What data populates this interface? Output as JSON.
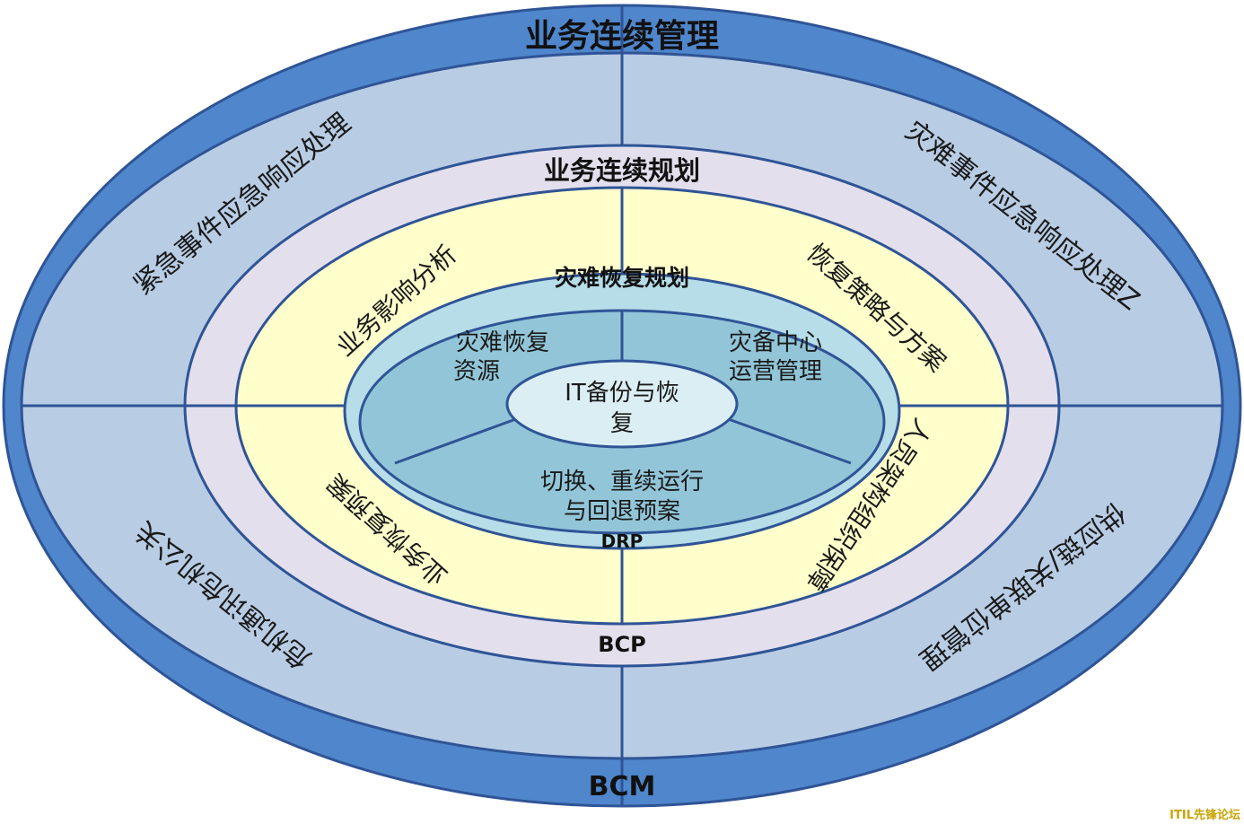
{
  "outer": {
    "title": "业务连续管理",
    "abbr": "BCM",
    "quadrants": {
      "top_left": "紧急事件应急响应处理",
      "top_right": "灾难事件应急响应处理Z",
      "bottom_left": "危机通讯危机公关",
      "bottom_right": "供应链/关联单位管理"
    }
  },
  "bcp": {
    "title": "业务连续规划",
    "abbr": "BCP",
    "quadrants": {
      "top_left": "业务影响分析",
      "top_right": "恢复策略与方案",
      "bottom_left": "业务恢复预案",
      "bottom_right": "人员架构组织保障"
    }
  },
  "drp": {
    "title": "灾难恢复规划",
    "abbr": "DRP",
    "sectors": {
      "left_line1": "灾难恢复",
      "left_line2": "资源",
      "right_line1": "灾备中心",
      "right_line2": "运营管理",
      "bottom_line1": "切换、重续运行",
      "bottom_line2": "与回退预案"
    }
  },
  "core": {
    "line1": "IT备份与恢",
    "line2": "复"
  },
  "watermark": "ITIL先锋论坛",
  "colors": {
    "outer_ring": "#4f86cc",
    "outer_fill": "#b8cce4",
    "bcp_fill": "#e3dfed",
    "bcp_inner_fill": "#ffffcc",
    "drp_ring": "#b6dde8",
    "drp_fill": "#92c5d8",
    "core_fill": "#dbeef4",
    "stroke": "#2f5496"
  }
}
